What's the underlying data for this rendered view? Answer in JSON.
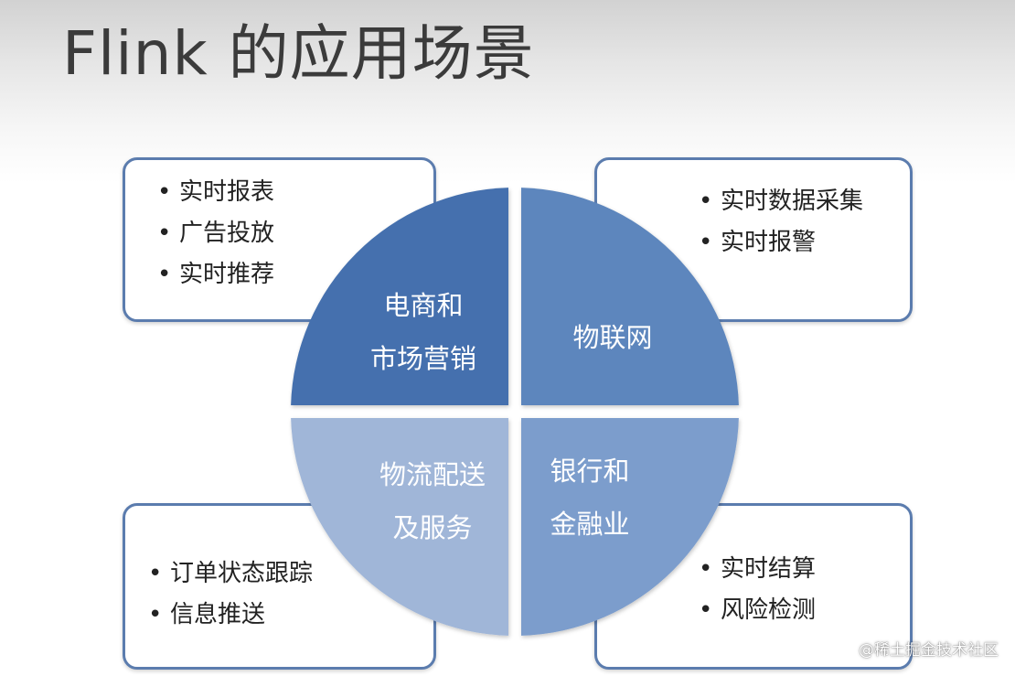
{
  "title": "Flink 的应用场景",
  "quadrants": [
    {
      "id": "tl",
      "label_lines": [
        "电商和",
        "市场营销"
      ],
      "color": "#4470ae",
      "items": [
        "实时报表",
        "广告投放",
        "实时推荐"
      ]
    },
    {
      "id": "tr",
      "label_lines": [
        "物联网"
      ],
      "color": "#5d86bd",
      "items": [
        "实时数据采集",
        "实时报警"
      ]
    },
    {
      "id": "bl",
      "label_lines": [
        "物流配送",
        "及服务"
      ],
      "color": "#a0b6d8",
      "items": [
        "订单状态跟踪",
        "信息推送"
      ]
    },
    {
      "id": "br",
      "label_lines": [
        "银行和",
        "金融业"
      ],
      "color": "#7c9dcc",
      "items": [
        "实时结算",
        "风险检测"
      ]
    }
  ],
  "colors": {
    "box_border": "#5b7cae",
    "title_text": "#3b3b3b"
  },
  "watermark": "@稀土掘金技术社区"
}
